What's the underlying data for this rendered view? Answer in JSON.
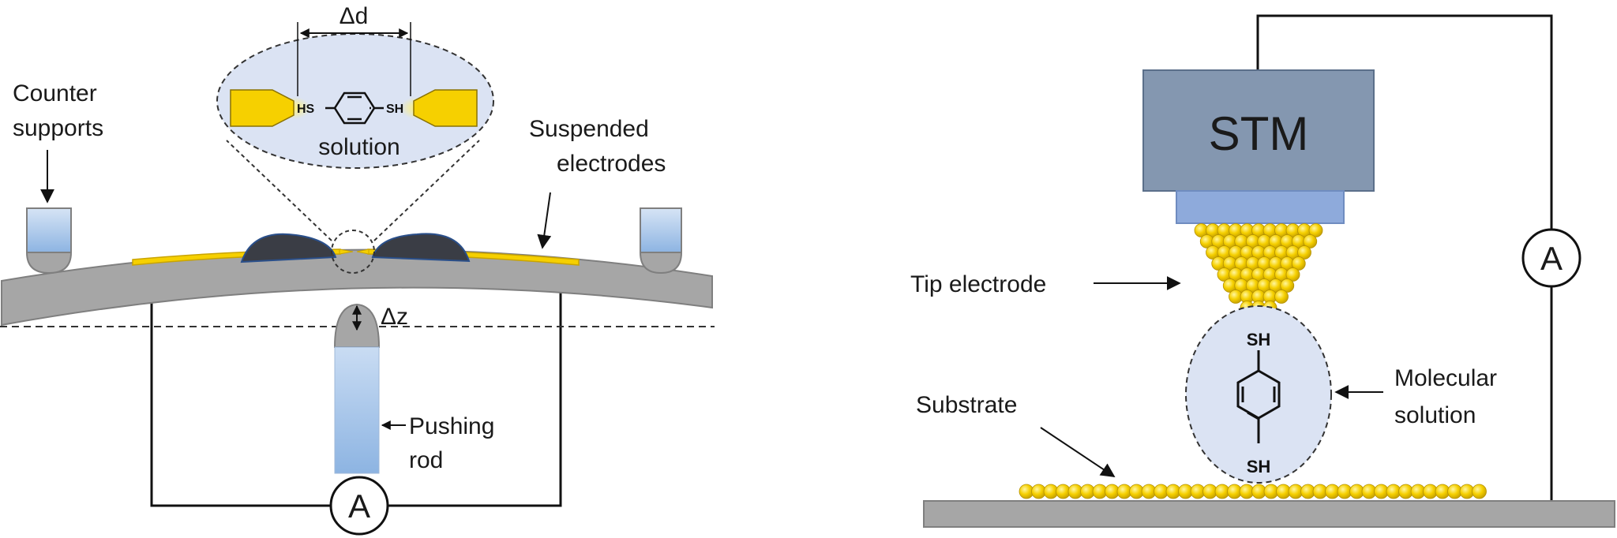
{
  "left_panel": {
    "delta_d": "Δd",
    "delta_z": "Δz",
    "solution": "solution",
    "hs": "HS",
    "sh": "SH",
    "counter_supports_line1": "Counter",
    "counter_supports_line2": "supports",
    "suspended_line1": "Suspended",
    "suspended_line2": "electrodes",
    "pushing_line1": "Pushing",
    "pushing_line2": "rod",
    "ammeter": "A"
  },
  "right_panel": {
    "stm": "STM",
    "tip_electrode": "Tip electrode",
    "substrate": "Substrate",
    "molecular_line1": "Molecular",
    "molecular_line2": "solution",
    "sh_top": "SH",
    "sh_bottom": "SH",
    "ammeter": "A"
  },
  "colors": {
    "gold": "#f6d000",
    "gold_glow": "#fff27a",
    "bubble": "#dbe3f3",
    "beam": "#a6a6a6",
    "stm_box": "#8497b0",
    "stm_base": "#8eaadb",
    "rod_top": "#c5d9f1",
    "rod_bottom": "#8db4e2",
    "blob": "#3a3d45"
  }
}
